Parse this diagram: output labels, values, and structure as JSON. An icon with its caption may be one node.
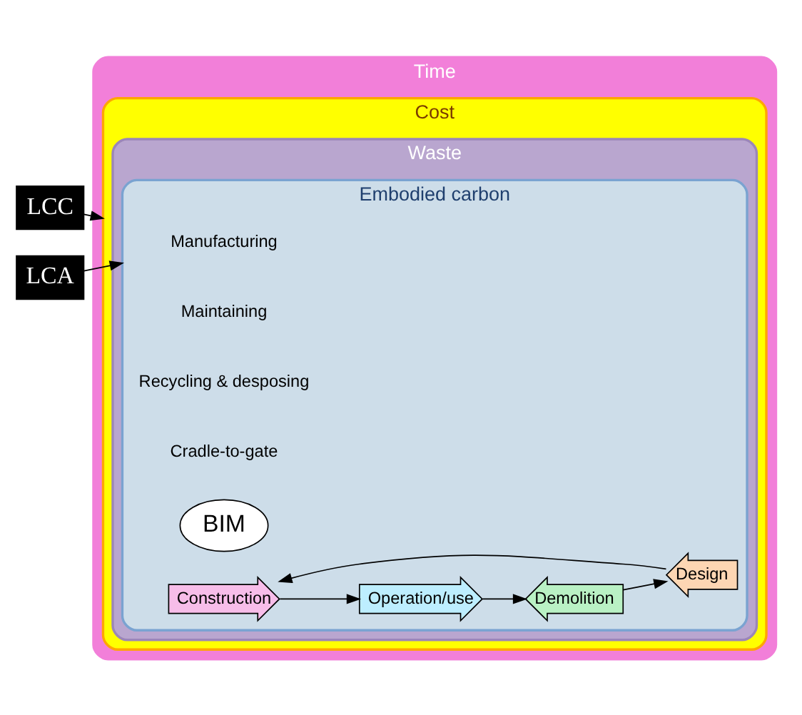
{
  "diagram": {
    "nodes": [
      {
        "text": [
          "LCC"
        ]
      },
      {
        "text": [
          "LCA"
        ]
      },
      {
        "text": [
          "Time"
        ]
      },
      {
        "text": [
          "Cost"
        ],
        "in": 2
      },
      {
        "text": [
          "Waste"
        ],
        "in": 3
      },
      {
        "text": [
          "Embodied carbon"
        ],
        "in": 4
      },
      {
        "text": [
          "Manufacturing"
        ],
        "in": 5
      },
      {
        "text": [
          "Maintaining"
        ],
        "in": 5
      },
      {
        "text": [
          "Recycling & desposing"
        ],
        "in": 5
      },
      {
        "text": [
          "Cradle-to-gate"
        ],
        "in": 5
      },
      {
        "text": [
          "BIM"
        ],
        "in": 5
      },
      {
        "text": [
          "Construction"
        ],
        "in": 5
      },
      {
        "text": [
          "Operation/use"
        ],
        "in": 5
      },
      {
        "text": [
          "Demolition"
        ],
        "in": 5
      },
      {
        "text": [
          "Design"
        ],
        "in": 5
      }
    ],
    "edges": [
      {
        "from": 0,
        "to": 3,
        "arrow": "to"
      },
      {
        "from": 1,
        "to": 5,
        "arrow": "to"
      },
      {
        "from": 11,
        "to": 12,
        "arrow": "to"
      },
      {
        "from": 12,
        "to": 13,
        "arrow": "to"
      },
      {
        "from": 13,
        "to": 14,
        "arrow": "to"
      },
      {
        "from": 14,
        "to": 11,
        "arrow": "to"
      }
    ]
  }
}
